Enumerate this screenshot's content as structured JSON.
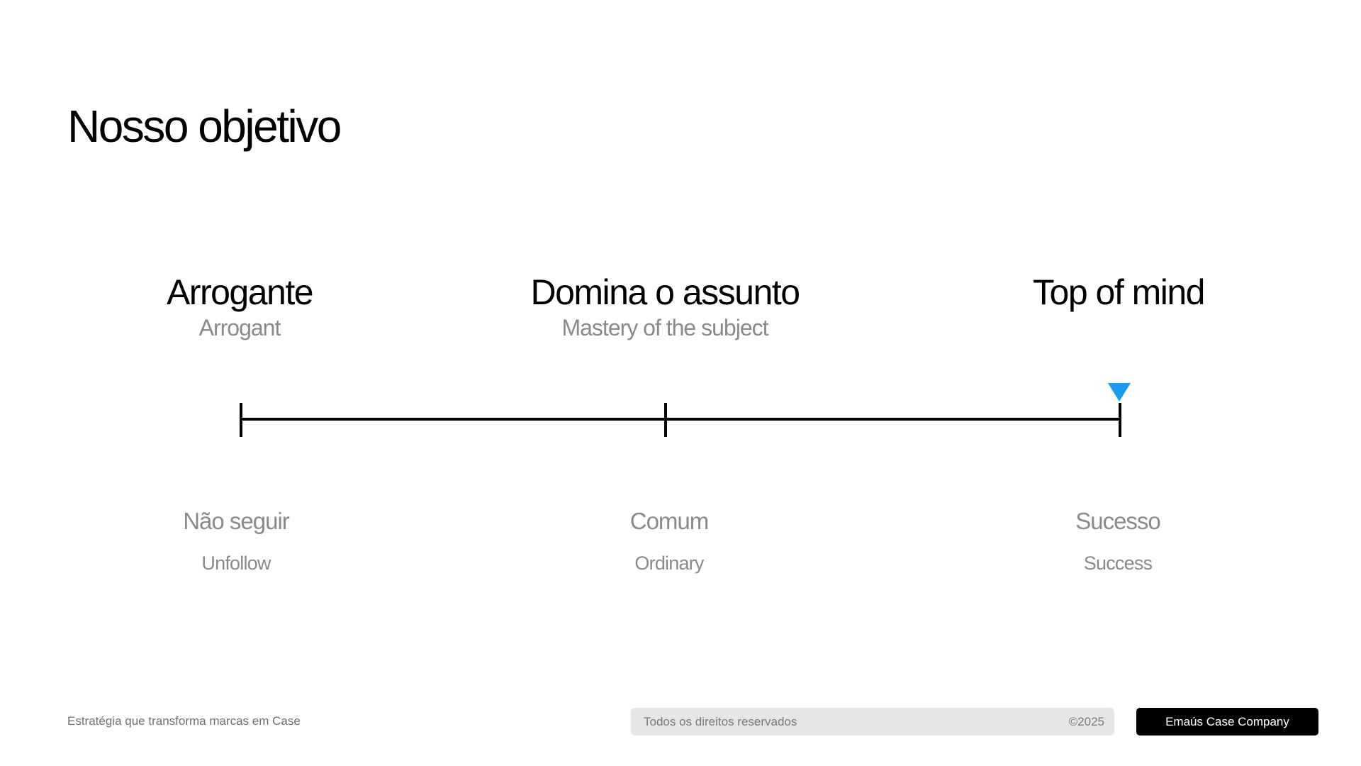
{
  "slide": {
    "title": "Nosso objetivo"
  },
  "scale": {
    "marker_color": "#1a9bf0",
    "marker_position": "Top of mind",
    "points": [
      {
        "top_label": "Arrogante",
        "top_sub": "Arrogant",
        "bottom_label": "Não seguir",
        "bottom_sub": "Unfollow"
      },
      {
        "top_label": "Domina o assunto",
        "top_sub": "Mastery of the subject",
        "bottom_label": "Comum",
        "bottom_sub": "Ordinary"
      },
      {
        "top_label": "Top of mind",
        "top_sub": "",
        "bottom_label": "Sucesso",
        "bottom_sub": "Success"
      }
    ]
  },
  "footer": {
    "tagline": "Estratégia que transforma marcas em Case",
    "rights": "Todos os direitos reservados",
    "year": "©2025",
    "brand": "Emaús Case Company"
  }
}
